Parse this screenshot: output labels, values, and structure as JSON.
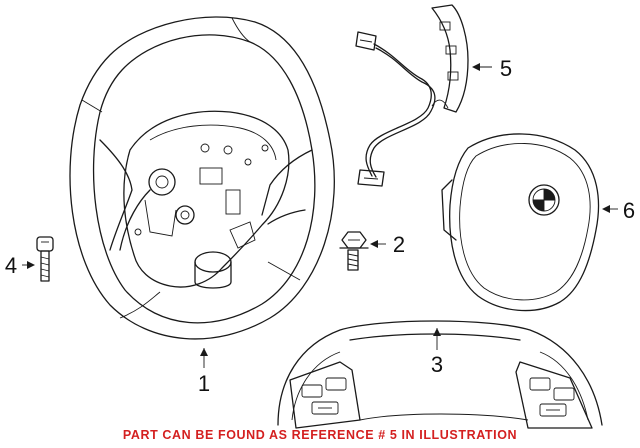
{
  "callouts": {
    "c1": "1",
    "c2": "2",
    "c3": "3",
    "c4": "4",
    "c5": "5",
    "c6": "6"
  },
  "footer": {
    "note": "PART CAN BE FOUND AS REFERENCE # 5 IN ILLUSTRATION",
    "color": "#d42020"
  },
  "line_color": "#1a1a1a",
  "parts": [
    "steering-wheel",
    "bolt",
    "switch-assembly",
    "screw",
    "wiring-harness",
    "airbag-module"
  ]
}
